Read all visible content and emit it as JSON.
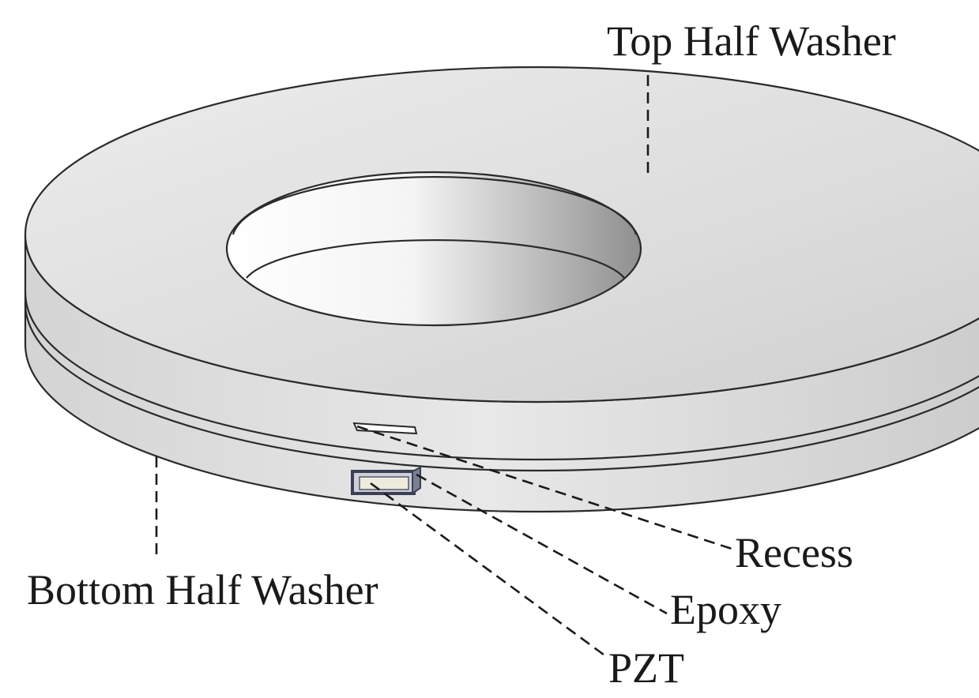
{
  "labels": {
    "top_half_washer": "Top Half Washer",
    "bottom_half_washer": "Bottom Half Washer",
    "recess": "Recess",
    "epoxy": "Epoxy",
    "pzt": "PZT"
  },
  "colors": {
    "washer_light": "#f2f2f2",
    "washer_mid": "#d9d9d9",
    "washer_dark": "#b8b8b8",
    "outline": "#2a2a2a",
    "pzt_frame": "#3a3f55",
    "pzt_core": "#ecebdc"
  }
}
